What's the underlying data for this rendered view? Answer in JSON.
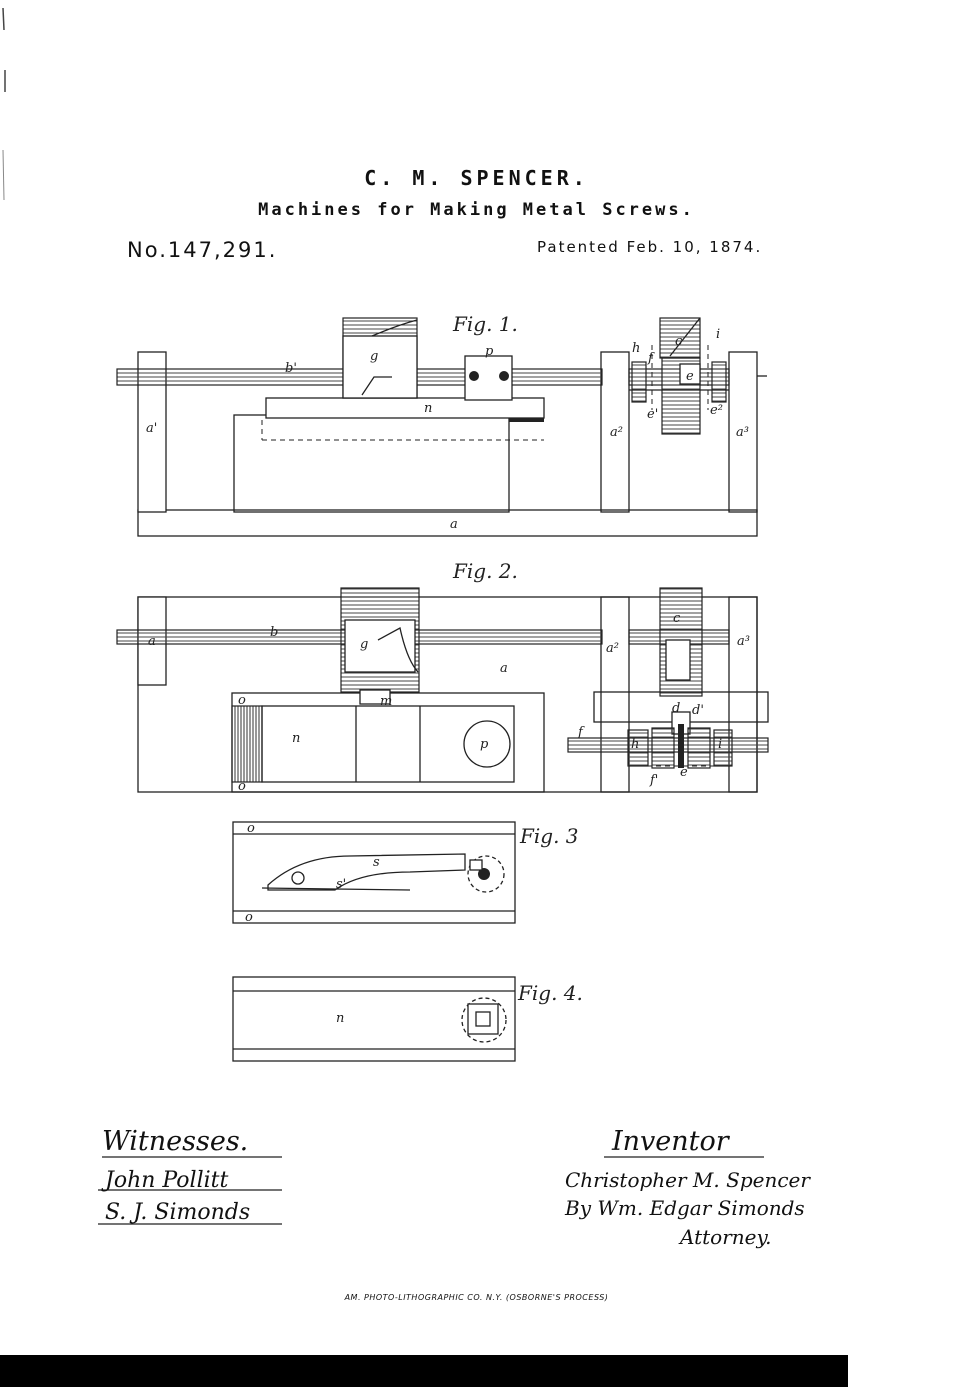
{
  "header": {
    "inventor_name": "C. M. SPENCER.",
    "title": "Machines for Making Metal Screws.",
    "patent_number": "No.147,291.",
    "patent_date": "Patented Feb. 10, 1874."
  },
  "figures": {
    "fig1": {
      "label": "Fig. 1."
    },
    "fig2": {
      "label": "Fig. 2."
    },
    "fig3": {
      "label": "Fig. 3"
    },
    "fig4": {
      "label": "Fig. 4."
    }
  },
  "reference_letters": {
    "a": "a",
    "a_prime": "a'",
    "a2": "a²",
    "a3": "a³",
    "b": "b",
    "b_prime": "b'",
    "c": "c",
    "d": "d",
    "d_prime": "d'",
    "e": "e",
    "e_prime": "e'",
    "e2": "e²",
    "f": "f",
    "f_prime": "f'",
    "g": "g",
    "h": "h",
    "i": "i",
    "m": "m",
    "n": "n",
    "o": "o",
    "p": "p",
    "s": "s",
    "s_prime": "s'"
  },
  "signatures": {
    "witnesses_heading": "Witnesses.",
    "witness_1": "John Pollitt",
    "witness_2": "S. J. Simonds",
    "inventor_heading": "Inventor",
    "inventor_signature": "Christopher M. Spencer",
    "by_line": "By Wm. Edgar Simonds",
    "attorney_line": "Attorney."
  },
  "footer": {
    "printer_credit": "AM. PHOTO-LITHOGRAPHIC CO. N.Y. (OSBORNE'S PROCESS)"
  }
}
